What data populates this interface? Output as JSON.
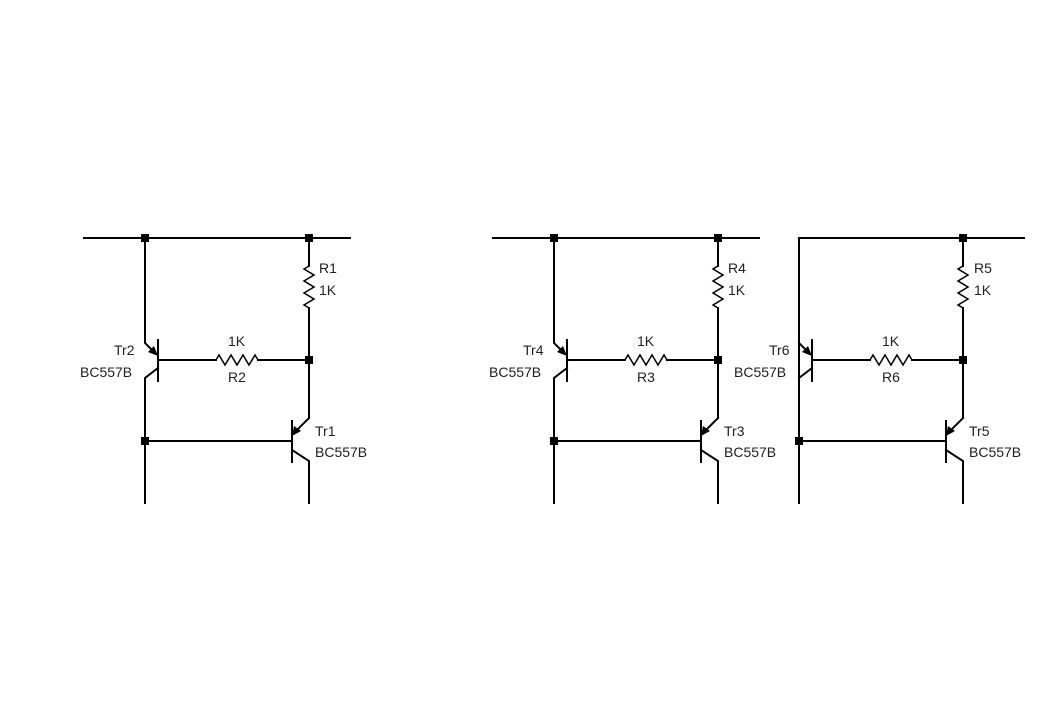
{
  "circuits": [
    {
      "rc_label": "R1",
      "rc_value": "1K",
      "rb_label": "R2",
      "rb_value": "1K",
      "tr_bottom_label": "Tr1",
      "tr_bottom_type": "BC557B",
      "tr_top_label": "Tr2",
      "tr_top_type": "BC557B"
    },
    {
      "rc_label": "R4",
      "rc_value": "1K",
      "rb_label": "R3",
      "rb_value": "1K",
      "tr_bottom_label": "Tr3",
      "tr_bottom_type": "BC557B",
      "tr_top_label": "Tr4",
      "tr_top_type": "BC557B"
    },
    {
      "rc_label": "R5",
      "rc_value": "1K",
      "rb_label": "R6",
      "rb_value": "1K",
      "tr_bottom_label": "Tr5",
      "tr_bottom_type": "BC557B",
      "tr_top_label": "Tr6",
      "tr_top_type": "BC557B"
    }
  ]
}
